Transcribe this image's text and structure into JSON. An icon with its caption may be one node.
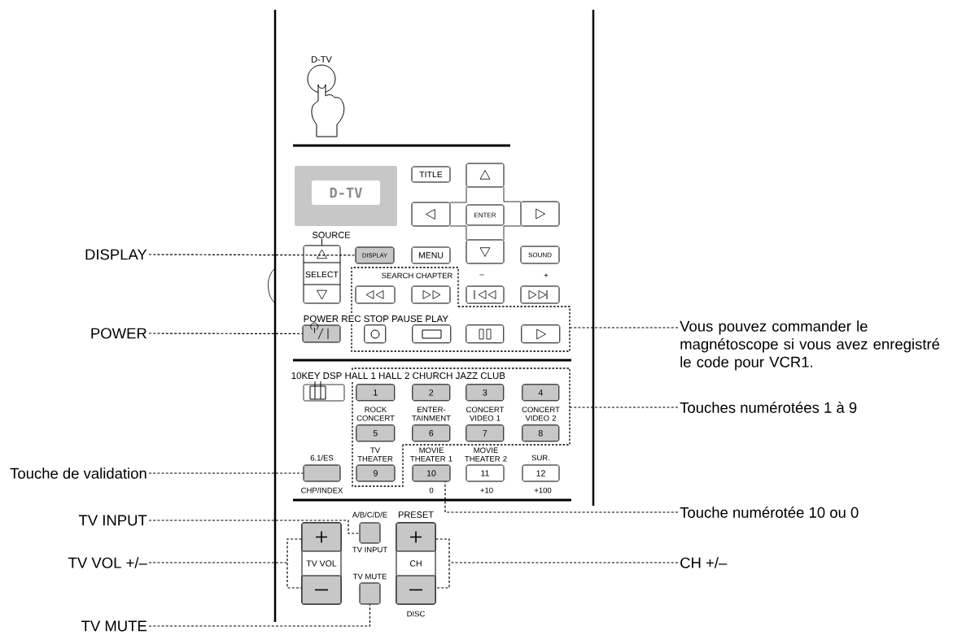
{
  "diagram": {
    "nodes": [
      {
        "text": [
          "D-TV"
        ]
      },
      {
        "text": [
          "D-TV"
        ]
      },
      {
        "text": [
          "TITLE"
        ]
      },
      {
        "text": [],
        "shape": "box"
      },
      {
        "text": [],
        "shape": "box"
      },
      {
        "text": [
          "ENTER"
        ]
      },
      {
        "text": [],
        "shape": "box"
      },
      {
        "text": [
          "SOURCE",
          "SELECT"
        ]
      },
      {
        "text": [
          "DISPLAY"
        ]
      },
      {
        "text": [
          "MENU"
        ]
      },
      {
        "text": [],
        "shape": "box"
      },
      {
        "text": [
          "SOUND"
        ]
      },
      {
        "text": [],
        "shape": "box"
      },
      {
        "text": [],
        "shape": "box"
      },
      {
        "text": [],
        "shape": "box"
      },
      {
        "text": [],
        "shape": "box"
      },
      {
        "text": [],
        "shape": "box"
      },
      {
        "text": [],
        "shape": "box"
      },
      {
        "text": [],
        "shape": "box",
        "in": 12
      },
      {
        "text": [],
        "shape": "box",
        "in": 12
      },
      {
        "text": [],
        "shape": "box",
        "in": 12
      },
      {
        "text": [],
        "shape": "box",
        "in": 12
      },
      {
        "text": [],
        "shape": "box"
      },
      {
        "text": [
          "1"
        ],
        "in": 22
      },
      {
        "text": [
          "2"
        ],
        "in": 22
      },
      {
        "text": [
          "3"
        ],
        "in": 22
      },
      {
        "text": [
          "4"
        ],
        "in": 22
      },
      {
        "text": [
          "ROCK CONCERT",
          "5"
        ],
        "in": 22
      },
      {
        "text": [
          "ENTER- TAINMENT",
          "6"
        ],
        "in": 22
      },
      {
        "text": [
          "CONCERT VIDEO 1",
          "7"
        ],
        "in": 22
      },
      {
        "text": [
          "CONCERT VIDEO 2",
          "8"
        ],
        "in": 22
      },
      {
        "text": [
          "6.1/ES",
          "CHP/INDEX"
        ]
      },
      {
        "text": [
          "TV THEATER",
          "9"
        ]
      },
      {
        "text": [
          "MOVIE THEATER 1",
          "10",
          "0"
        ]
      },
      {
        "text": [
          "MOVIE THEATER 2",
          "11",
          "+10"
        ]
      },
      {
        "text": [
          "SUR.",
          "12",
          "+100"
        ]
      },
      {
        "text": [
          "TV VOL"
        ]
      },
      {
        "text": [
          "A/B/C/D/E",
          "TV INPUT"
        ]
      },
      {
        "text": [
          "PRESET",
          "CH",
          "DISC"
        ]
      },
      {
        "text": [
          "TV MUTE"
        ]
      },
      {
        "text": [
          "DISPLAY"
        ]
      },
      {
        "text": [
          "POWER"
        ]
      },
      {
        "text": [
          "Touche de validation"
        ]
      },
      {
        "text": [
          "TV INPUT"
        ]
      },
      {
        "text": [
          "TV VOL +/–"
        ]
      },
      {
        "text": [
          "TV MUTE"
        ]
      },
      {
        "text": [
          "Vous pouvez commander le magnétoscope si vous avez enregistré le code pour VCR1."
        ]
      },
      {
        "text": [
          "Touches numérotées 1 à 9"
        ]
      },
      {
        "text": [
          "Touche numérotée 10 ou 0"
        ]
      },
      {
        "text": [
          "CH +/–"
        ]
      }
    ],
    "edges": [
      {
        "from": 40,
        "to": 8,
        "arrow": "none"
      },
      {
        "from": 41,
        "to": 17,
        "arrow": "none"
      },
      {
        "from": 42,
        "to": 31,
        "arrow": "none"
      },
      {
        "from": 43,
        "to": 37,
        "arrow": "none"
      },
      {
        "from": 44,
        "to": 36,
        "arrow": "none"
      },
      {
        "from": 45,
        "to": 39,
        "arrow": "none"
      },
      {
        "from": 46,
        "to": 12,
        "arrow": "none"
      },
      {
        "from": 47,
        "to": 22,
        "arrow": "none"
      },
      {
        "from": 48,
        "to": 33,
        "arrow": "none"
      },
      {
        "from": 49,
        "to": 38,
        "arrow": "none"
      }
    ],
    "labels": [
      "SEARCH CHAPTER",
      "–",
      "+",
      "POWER REC STOP PAUSE PLAY",
      "10KEY DSP HALL 1 HALL 2 CHURCH JAZZ CLUB"
    ]
  }
}
